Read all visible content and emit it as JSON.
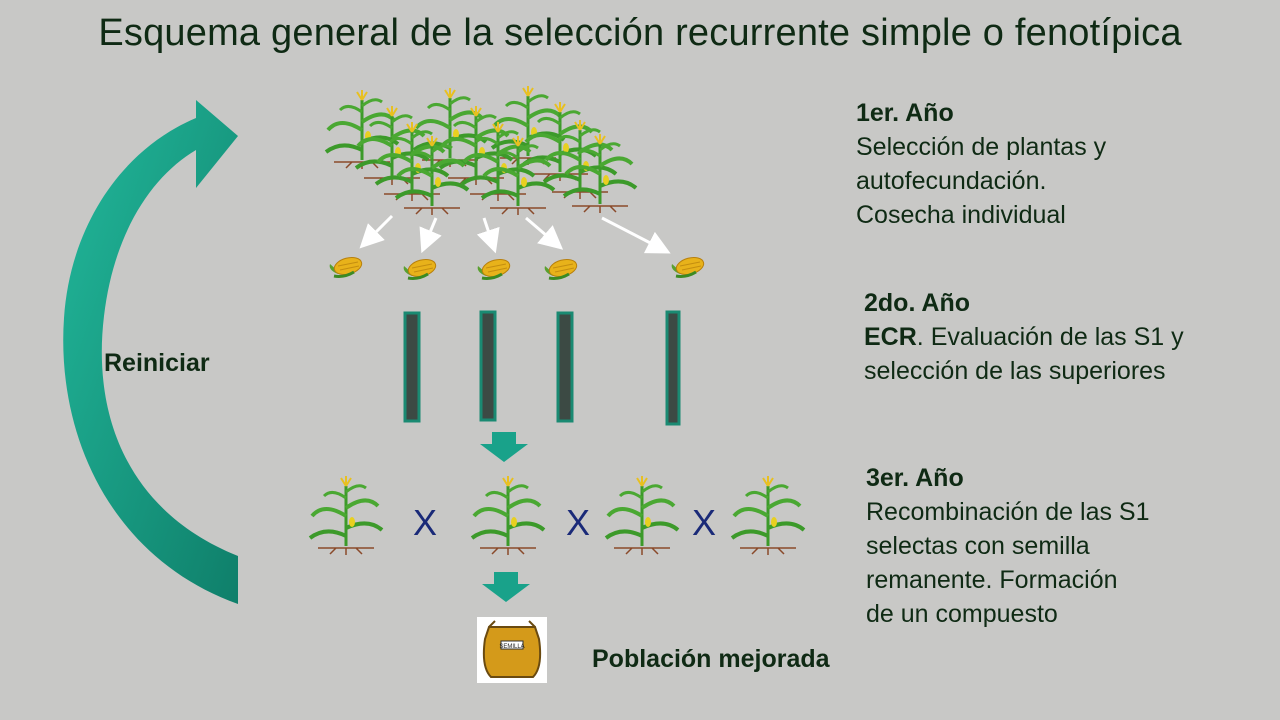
{
  "title": "Esquema general de la selección recurrente simple o fenotípica",
  "cycle": {
    "label": "Reiniciar"
  },
  "steps": [
    {
      "year": "1er. Año",
      "lines": [
        "Selección de plantas y",
        "autofecundación.",
        "Cosecha individual"
      ]
    },
    {
      "year": "2do. Año",
      "bold_prefix": "ECR",
      "first_rest": ". Evaluación de las S1 y",
      "second_line": "selección de las superiores"
    },
    {
      "year": "3er. Año",
      "lines": [
        "Recombinación de las S1",
        "selectas con semilla",
        "remanente. Formación",
        "de un compuesto"
      ]
    }
  ],
  "cross_symbol": "X",
  "bag_label": "SEMILLA",
  "result": "Población mejorada",
  "colors": {
    "arrow_teal": "#19a28a",
    "plant_green": "#3c9a2a",
    "row_dark": "#3c4a44",
    "corn": "#e8b21a",
    "bag": "#d49a1a"
  },
  "icons": [
    "cycle-arrow-icon",
    "maize-plant-icon",
    "corn-ear-icon",
    "plot-row-icon",
    "down-arrow-icon",
    "seed-bag-icon"
  ]
}
